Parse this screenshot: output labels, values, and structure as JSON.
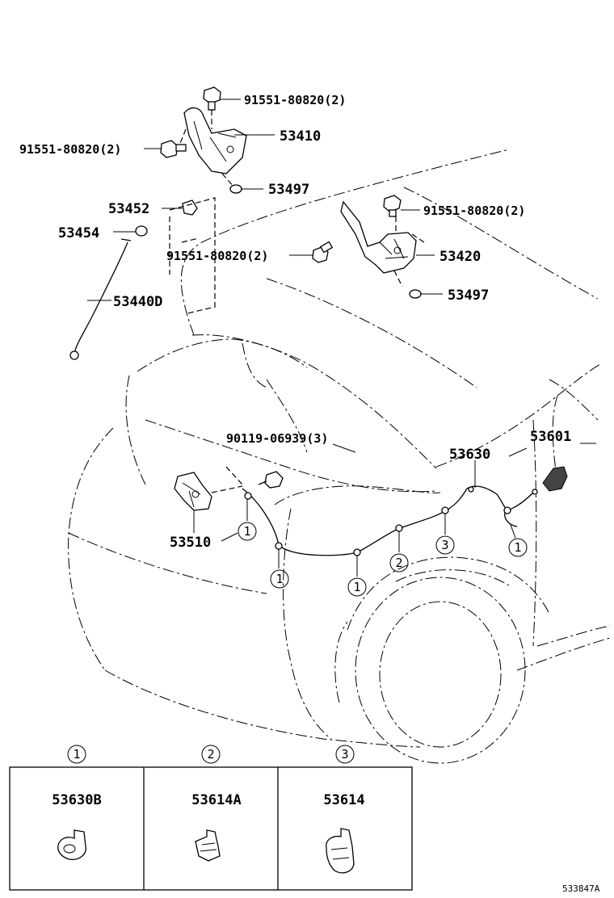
{
  "labels": {
    "bolt_top": "91551-80820(2)",
    "bolt_left": "91551-80820(2)",
    "hinge_left": "53410",
    "cushion_left": "53497",
    "clip_53452": "53452",
    "clip_53454": "53454",
    "bolt_mid": "91551-80820(2)",
    "support_rod": "53440D",
    "bolt_right": "91551-80820(2)",
    "hinge_right": "53420",
    "cushion_right": "53497",
    "screw": "90119-06939(3)",
    "cable": "53630",
    "lever": "53601",
    "lock": "53510"
  },
  "callouts": {
    "one": "1",
    "two": "2",
    "three": "3"
  },
  "legend": [
    {
      "num": "1",
      "part": "53630B"
    },
    {
      "num": "2",
      "part": "53614A"
    },
    {
      "num": "3",
      "part": "53614"
    }
  ],
  "drawing_code": "533847A"
}
